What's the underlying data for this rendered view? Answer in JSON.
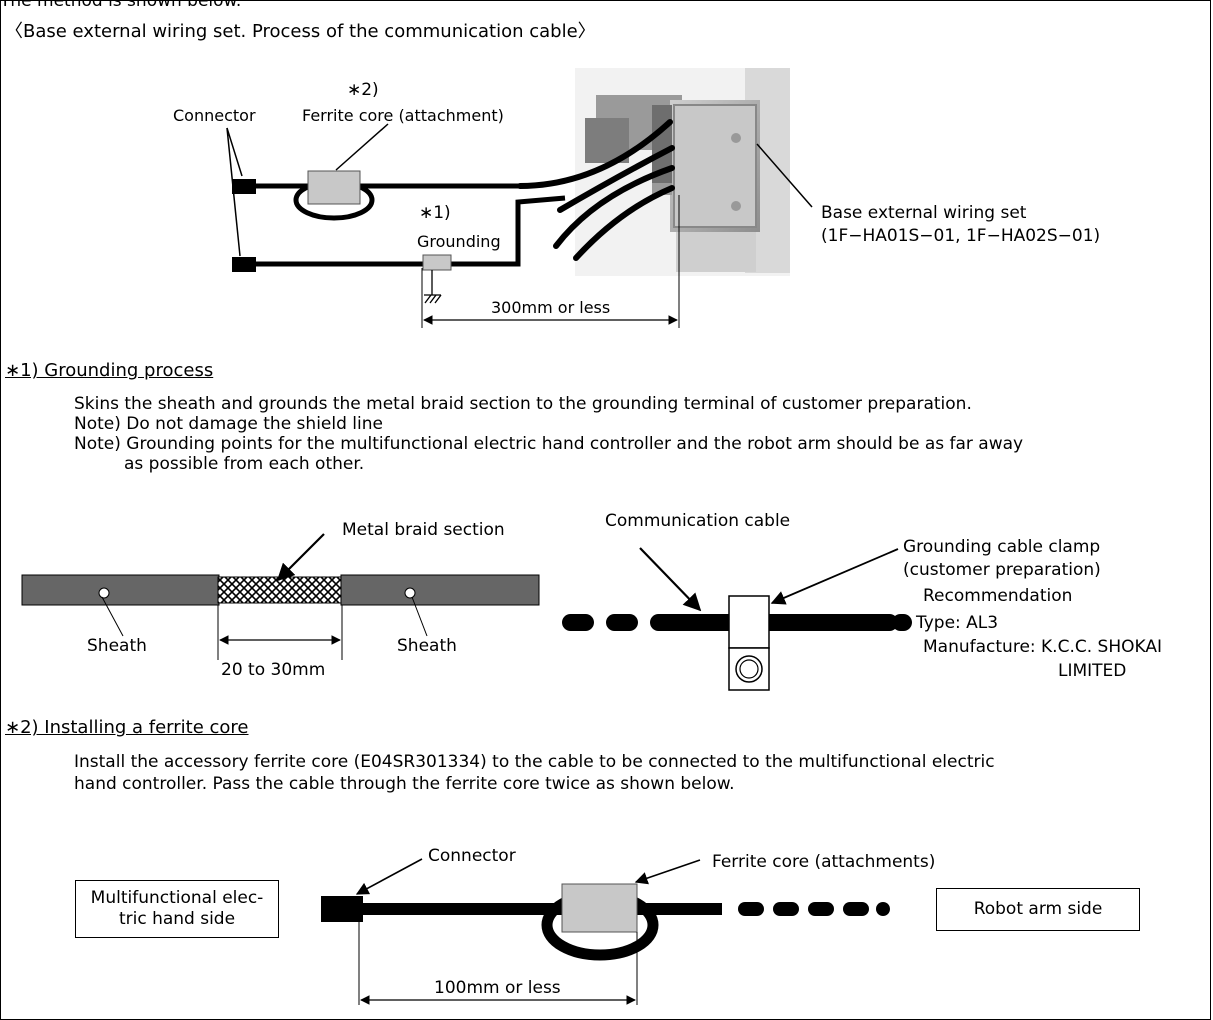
{
  "top_partial_text": "The method is shown below.",
  "heading": "〈Base external wiring set. Process of the communication cable〉",
  "diagram1": {
    "connector_label": "Connector",
    "ferrite_ref": "∗2)",
    "ferrite_label": "Ferrite core (attachment)",
    "ground_ref": "∗1)",
    "grounding_label": "Grounding",
    "distance_label": "300mm or less",
    "wiring_set_label_1": "Base external wiring set",
    "wiring_set_label_2": "(1F−HA01S−01, 1F−HA02S−01)"
  },
  "section1": {
    "title": "∗1) Grounding process",
    "line1": "Skins the sheath and grounds the metal braid section to the grounding terminal of customer preparation.",
    "note1": "Note) Do not damage the shield line",
    "note2": "Note) Grounding points for the multifunctional electric hand controller and the robot arm should be as far away",
    "note2_cont": "as possible from each other."
  },
  "diagram2": {
    "metal_braid_label": "Metal braid section",
    "sheath_left": "Sheath",
    "sheath_right": "Sheath",
    "gap_label": "20 to 30mm",
    "comm_cable_label": "Communication cable",
    "clamp_label_1": "Grounding cable clamp",
    "clamp_label_2": "(customer preparation)",
    "recommendation": "Recommendation",
    "type": "Type: AL3",
    "manufacture": "Manufacture: K.C.C. SHOKAI",
    "manufacture_2": "LIMITED"
  },
  "section2": {
    "title": "∗2) Installing a ferrite core",
    "line1": "Install the accessory ferrite core (E04SR301334) to the cable to be connected to the multifunctional electric",
    "line2": "hand controller. Pass the cable through the ferrite core twice as shown below."
  },
  "diagram3": {
    "connector_label": "Connector",
    "ferrite_label": "Ferrite core (attachments)",
    "left_box_1": "Multifunctional elec-",
    "left_box_2": "tric hand side",
    "right_box": "Robot arm side",
    "distance_label": "100mm or less"
  }
}
